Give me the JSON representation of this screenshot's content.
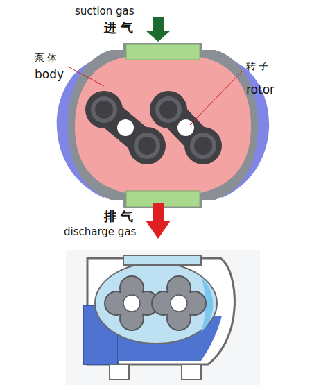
{
  "diagram": {
    "labels": [
      "suction gas",
      "进 气",
      "泵 体",
      "body",
      "转 子",
      "rotor",
      "排 气",
      "discharge gas"
    ]
  }
}
